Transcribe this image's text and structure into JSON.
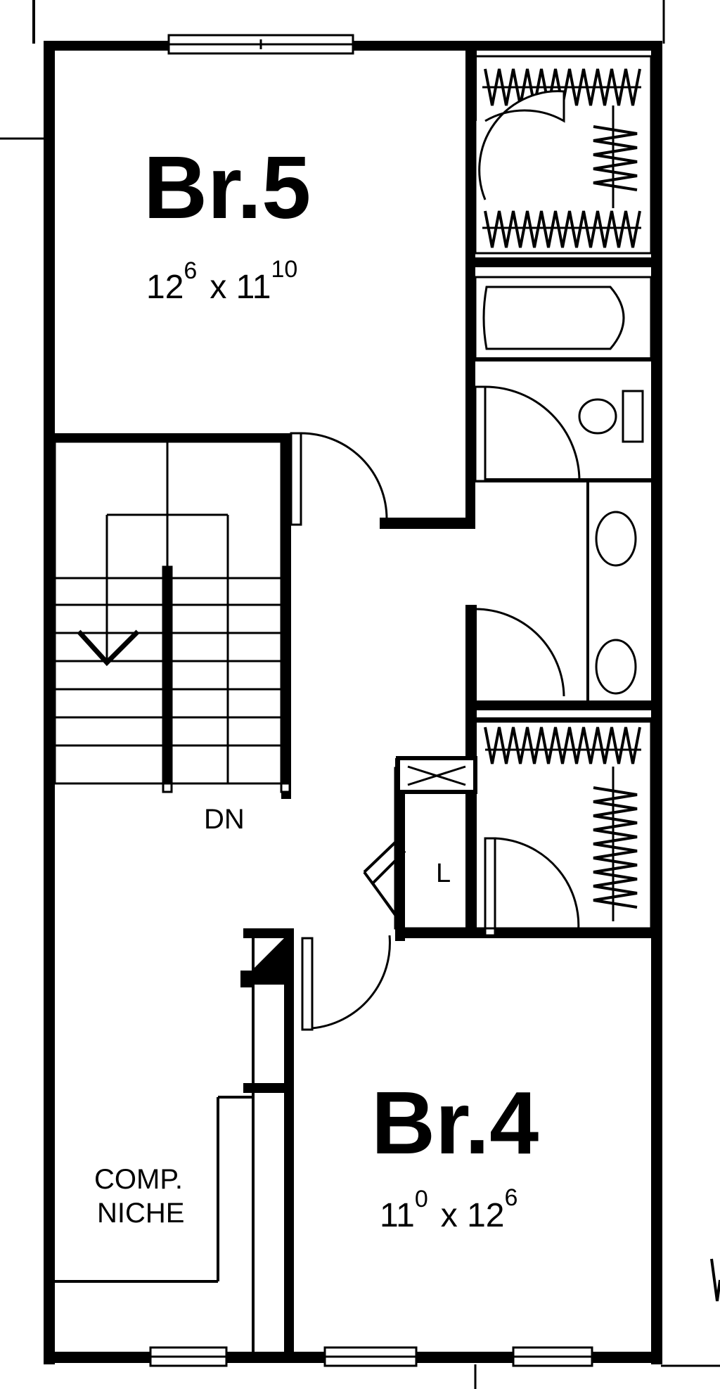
{
  "rooms": {
    "br5": {
      "name": "Br.5",
      "dim_w": "12",
      "dim_w_sup": "6",
      "dim_x": "x 11",
      "dim_h_sup": "10"
    },
    "br4": {
      "name": "Br.4",
      "dim_w": "11",
      "dim_w_sup": "0",
      "dim_x": "x 12",
      "dim_h_sup": "6"
    }
  },
  "labels": {
    "stairs": "DN",
    "linen": "L",
    "niche_line1": "COMP.",
    "niche_line2": "NICHE"
  },
  "colors": {
    "ink": "#000000",
    "paper": "#ffffff"
  }
}
